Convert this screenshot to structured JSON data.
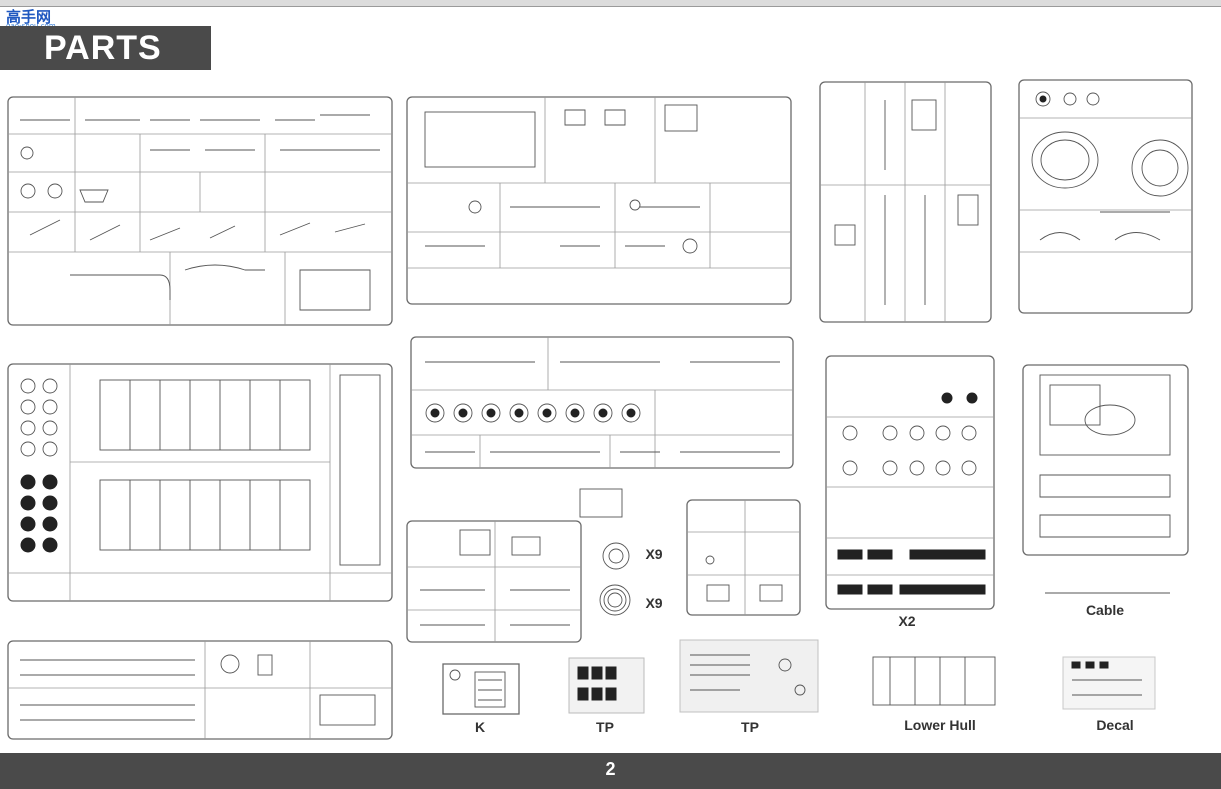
{
  "header": {
    "title": "PARTS"
  },
  "watermark": {
    "site": "高手网",
    "url": "gao-shou.com"
  },
  "labels": {
    "quantity_top": "X9",
    "quantity_bottom": "X9",
    "x2": "X2",
    "cable": "Cable",
    "k": "K",
    "tp_left": "TP",
    "tp_right": "TP",
    "lower_hull": "Lower Hull",
    "decal": "Decal"
  },
  "footer": {
    "page_number": "2"
  },
  "colors": {
    "bar": "#4a4a4a",
    "line": "#6a6a6a",
    "text": "#333333"
  }
}
